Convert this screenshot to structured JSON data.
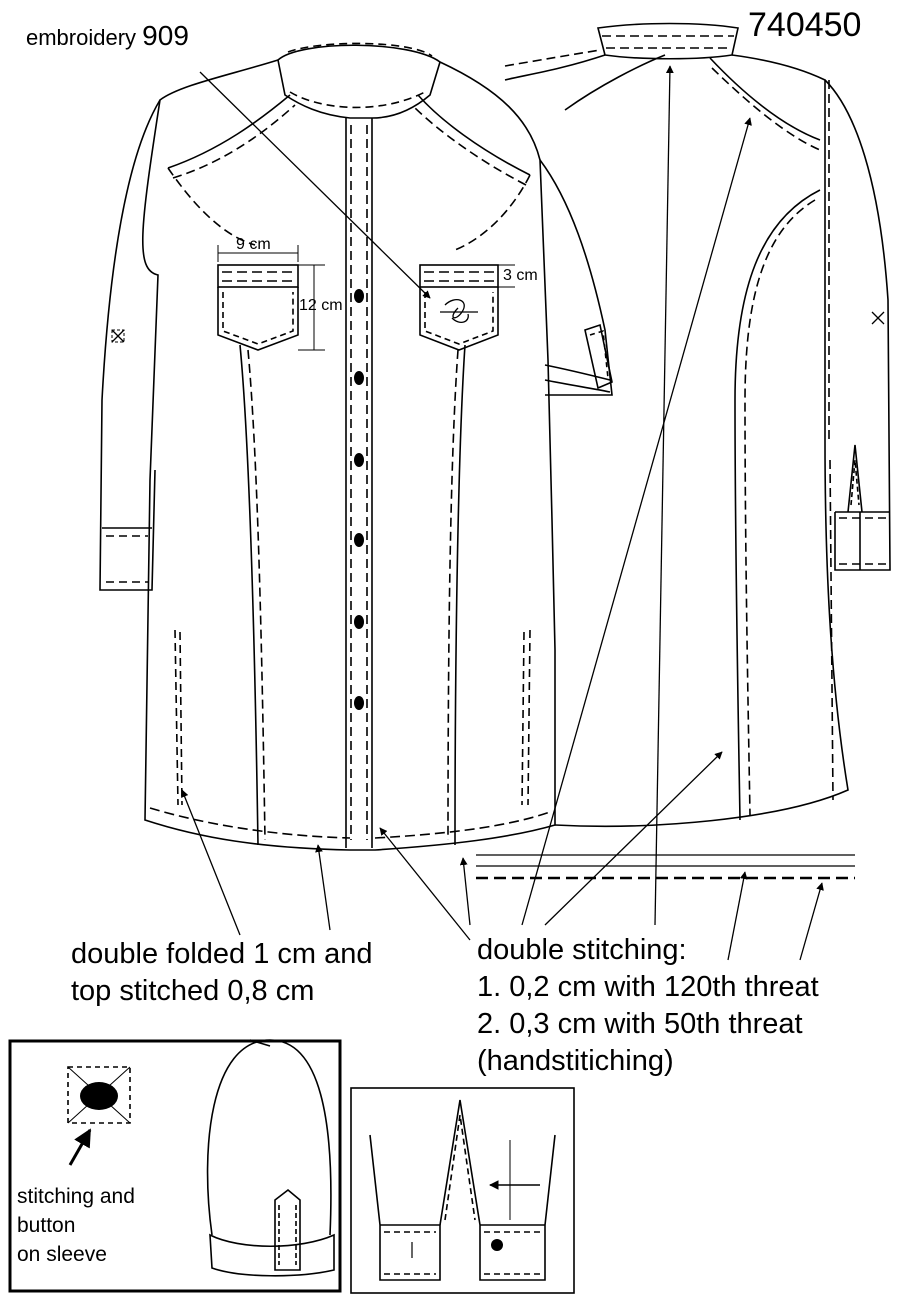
{
  "header": {
    "article_number": "740450",
    "embroidery_label": "embroidery",
    "embroidery_number": "909"
  },
  "dimensions": {
    "pocket_width": "9 cm",
    "pocket_height": "12 cm",
    "flap_height": "3 cm"
  },
  "notes": {
    "hem_line1": "double folded 1 cm and",
    "hem_line2": "top stitched 0,8 cm",
    "stitch_title": "double stitching:",
    "stitch_line1": "1. 0,2 cm with 120th threat",
    "stitch_line2": "2. 0,3 cm with 50th threat",
    "stitch_line3": "(handstitiching)"
  },
  "detail_sleeve": {
    "line1": "stitching and",
    "line2": "button",
    "line3": "on sleeve"
  },
  "colors": {
    "line": "#000000",
    "background": "#ffffff"
  }
}
